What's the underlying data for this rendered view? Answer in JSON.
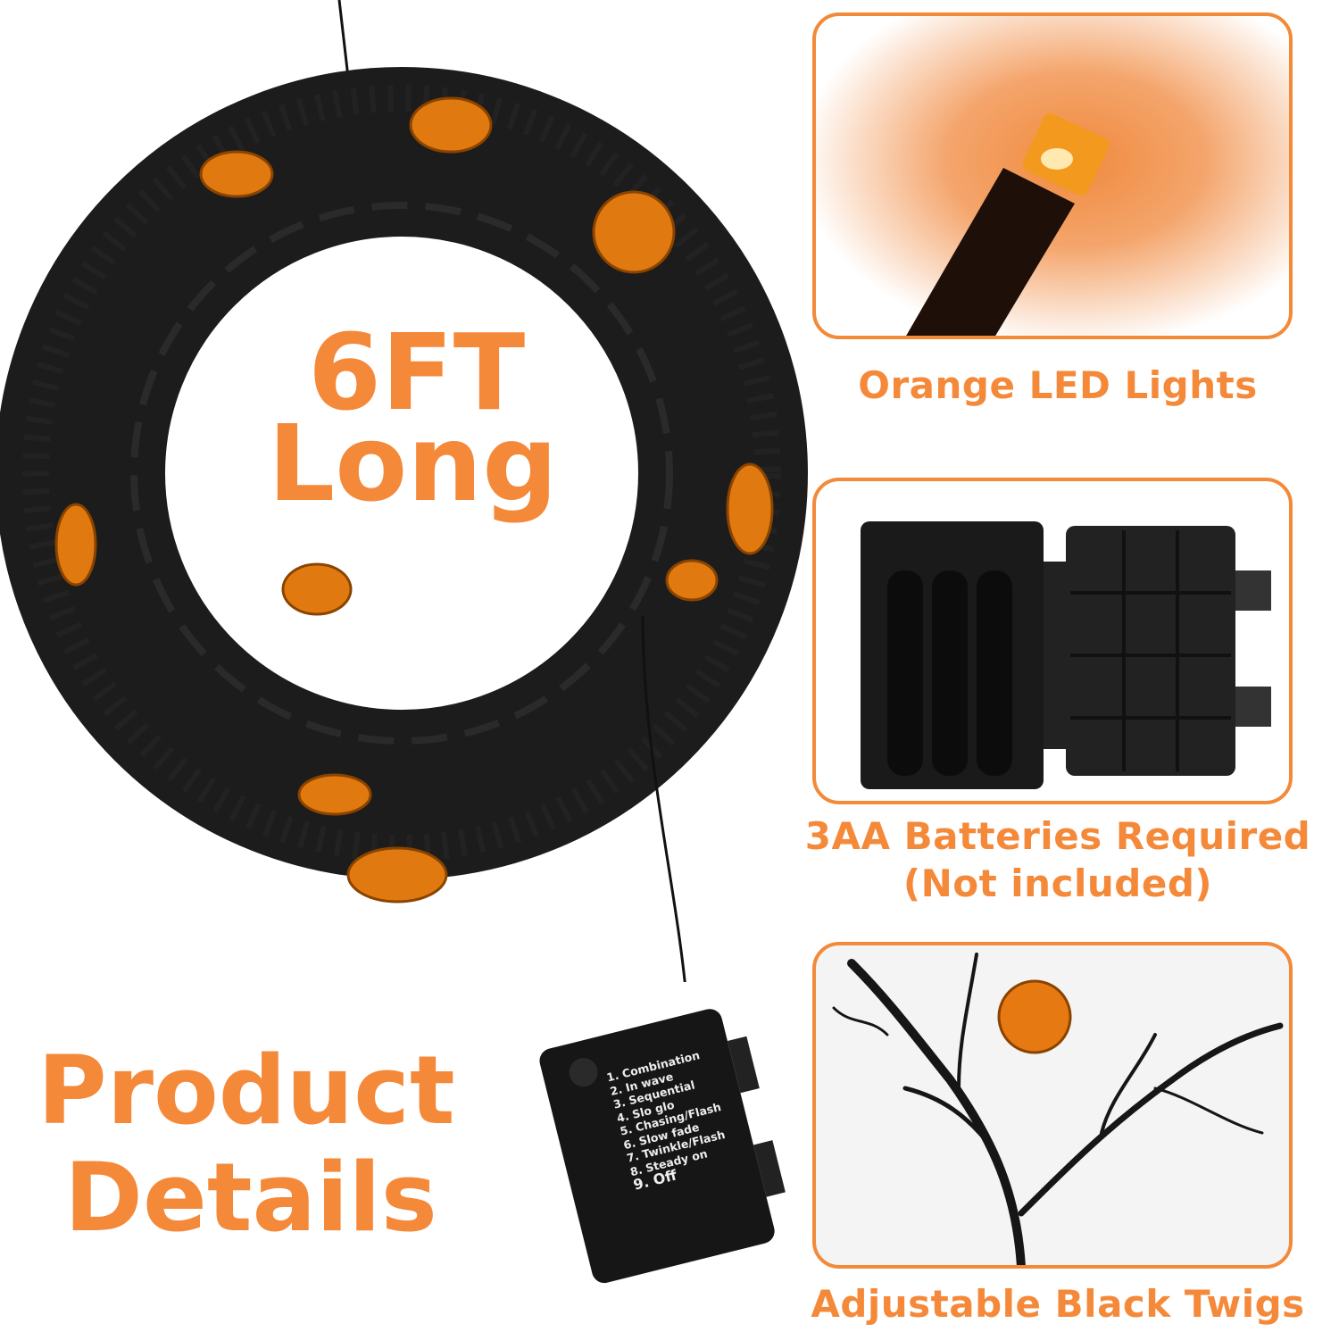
{
  "headline": {
    "line1": "6FT",
    "line2": "Long"
  },
  "title": {
    "line1": "Product",
    "line2": "Details"
  },
  "features": [
    {
      "caption": "Orange LED Lights"
    },
    {
      "caption_line1": "3AA Batteries Required",
      "caption_line2": "(Not included)"
    },
    {
      "caption": "Adjustable Black Twigs"
    }
  ],
  "battery_box": {
    "modes": [
      "1. Combination",
      "2. In wave",
      "3. Sequential",
      "4. Slo glo",
      "5. Chasing/Flash",
      "6. Slow fade",
      "7. Twinkle/Flash",
      "8. Steady on",
      "9. Off"
    ]
  },
  "colors": {
    "accent": "#F5893A",
    "twig": "#1a1a1a",
    "pumpkin": "#E07A10"
  }
}
